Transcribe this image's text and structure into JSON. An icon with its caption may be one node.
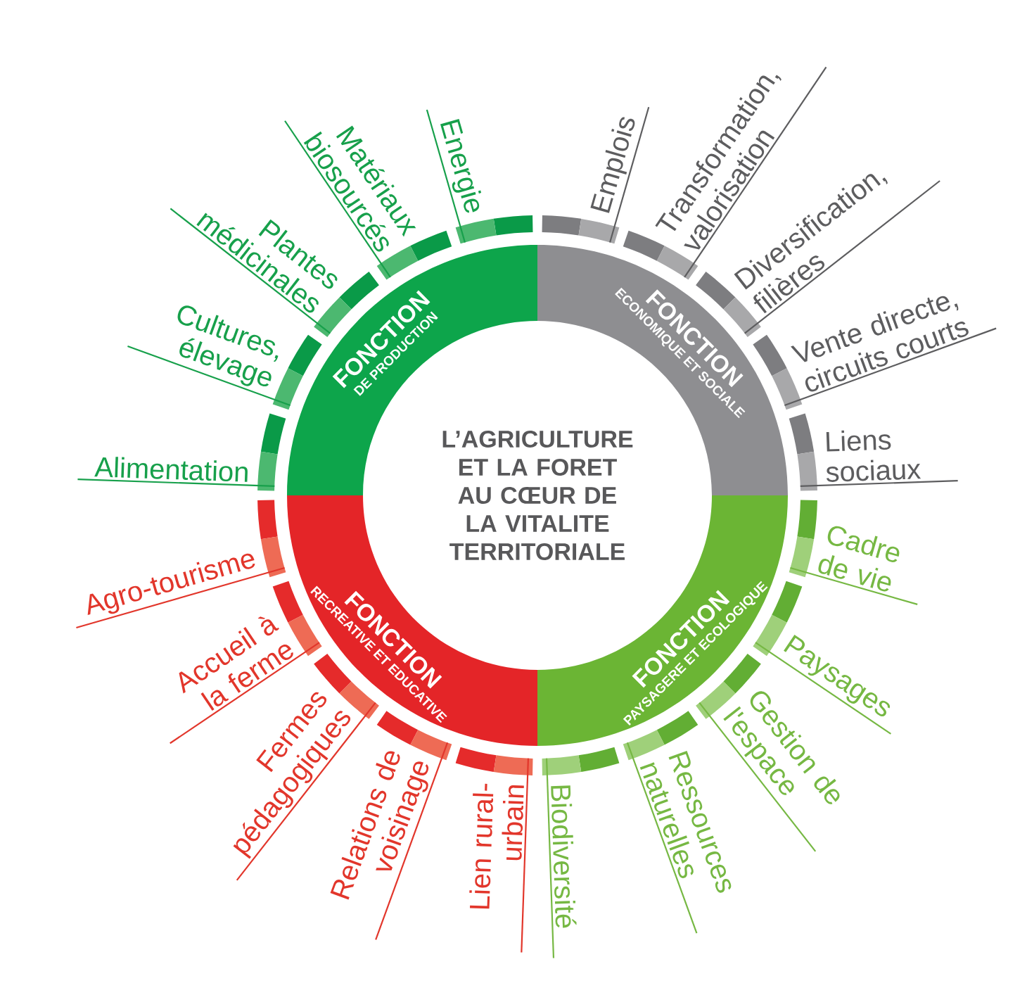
{
  "diagram": {
    "nodes": [
      {
        "text": [
          "L’AGRICULTURE ET LA FORET AU CŒUR DE LA VITALITE TERRITORIALE"
        ]
      },
      {
        "text": [
          "FONCTION",
          "DE PRODUCTION"
        ]
      },
      {
        "text": [
          "FONCTION",
          "ECONOMIQUE ET SOCIALE"
        ]
      },
      {
        "text": [
          "FONCTION",
          "PAYSAGERE ET ECOLOGIQUE"
        ]
      },
      {
        "text": [
          "FONCTION",
          "RECREATIVE ET EDUCATIVE"
        ]
      }
    ],
    "labels": [
      "Alimentation",
      "Cultures, élevage",
      "Plantes médicinales",
      "Matériaux biosourcés",
      "Energie",
      "Emplois",
      "Transformation, valorisation",
      "Diversification, filières",
      "Vente directe, circuits courts",
      "Liens sociaux",
      "Cadre de vie",
      "Paysages",
      "Gestion de l'espace",
      "Ressources naturelles",
      "Biodiversité",
      "Lien rural-urbain",
      "Relations de voisinage",
      "Fermes pédagogiques",
      "Accueil à la ferme",
      "Agro-tourisme"
    ]
  }
}
